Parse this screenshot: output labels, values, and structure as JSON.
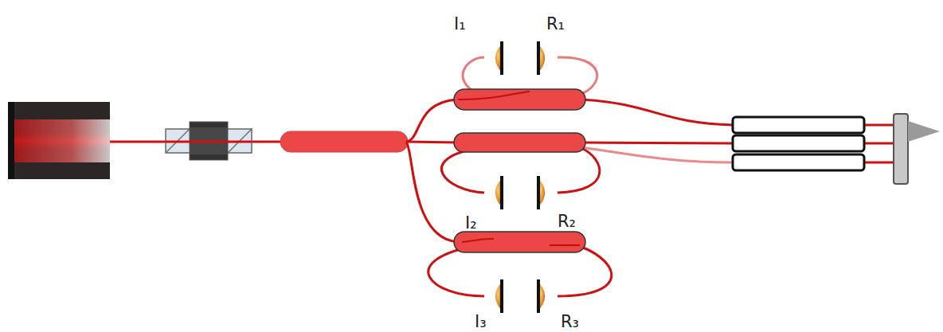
{
  "diagram": {
    "labels": [
      "I₁",
      "R₁",
      "I₂",
      "R₂",
      "I₃",
      "R₃"
    ]
  }
}
